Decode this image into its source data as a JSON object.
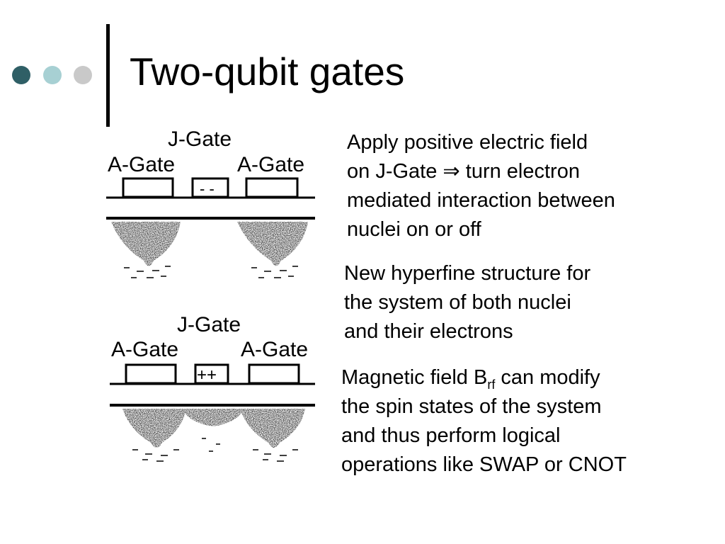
{
  "slide": {
    "title": "Two-qubit gates",
    "accent_colors": [
      "#2f5f66",
      "#a7d0d3",
      "#c9c9c9"
    ]
  },
  "diagram_top": {
    "j_gate_label": "J-Gate",
    "left_gate_label": "A-Gate",
    "right_gate_label": "A-Gate",
    "center_charge": "- -"
  },
  "diagram_bottom": {
    "j_gate_label": "J-Gate",
    "left_gate_label": "A-Gate",
    "right_gate_label": "A-Gate",
    "center_charge": "++"
  },
  "text": {
    "p1": [
      "Apply  positive electric field",
      "on J-Gate ⇒ turn electron",
      "mediated interaction between",
      "nuclei on or off"
    ],
    "p2": [
      "New hyperfine structure for",
      "the system of both nuclei",
      "and their electrons"
    ],
    "p3": {
      "line1_pre": "Magnetic field B",
      "line1_sub": "rf",
      "line1_post": " can modify",
      "line2": "the spin states of the system",
      "line3": "and thus perform logical",
      "line4": "operations like SWAP or CNOT"
    }
  }
}
